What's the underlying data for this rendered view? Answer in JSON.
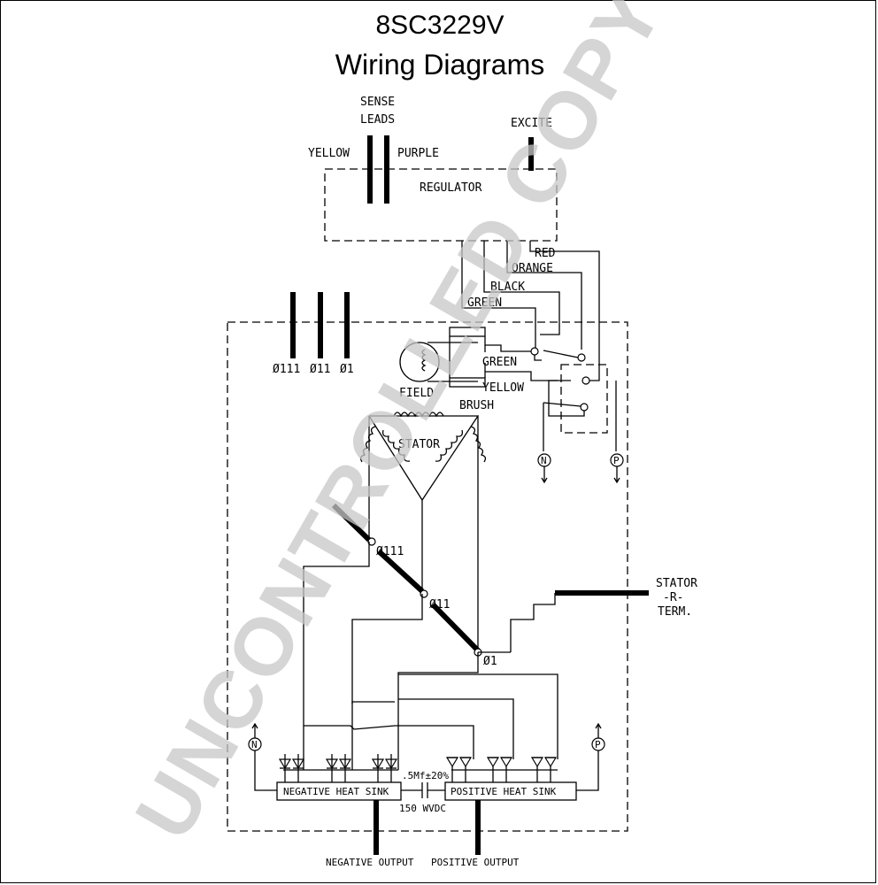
{
  "title": "8SC3229V",
  "subtitle": "Wiring Diagrams",
  "labels": {
    "sense": "SENSE",
    "leads": "LEADS",
    "yellow": "YELLOW",
    "purple": "PURPLE",
    "excite": "EXCITE",
    "regulator": "REGULATOR",
    "red": "RED",
    "orange": "ORANGE",
    "black": "BLACK",
    "green": "GREEN",
    "green_inner": "GREEN",
    "yellow_inner": "YELLOW",
    "field": "FIELD",
    "brush": "BRUSH",
    "stator": "STATOR",
    "phase_111": "Ø111",
    "phase_11": "Ø11",
    "phase_1": "Ø1",
    "term_111": "Ø111",
    "term_11": "Ø11",
    "term_1": "Ø1",
    "stator_r_1": "STATOR",
    "stator_r_2": "-R-",
    "stator_r_3": "TERM.",
    "neg_heat_sink": "NEGATIVE HEAT SINK",
    "pos_heat_sink": "POSITIVE HEAT SINK",
    "capacitor": ".5Mf±20%",
    "voltage": "150 WVDC",
    "neg_output": "NEGATIVE OUTPUT",
    "pos_output": "POSITIVE OUTPUT",
    "n": "N",
    "p": "P"
  },
  "watermark": "UNCONTROLLED COPY"
}
